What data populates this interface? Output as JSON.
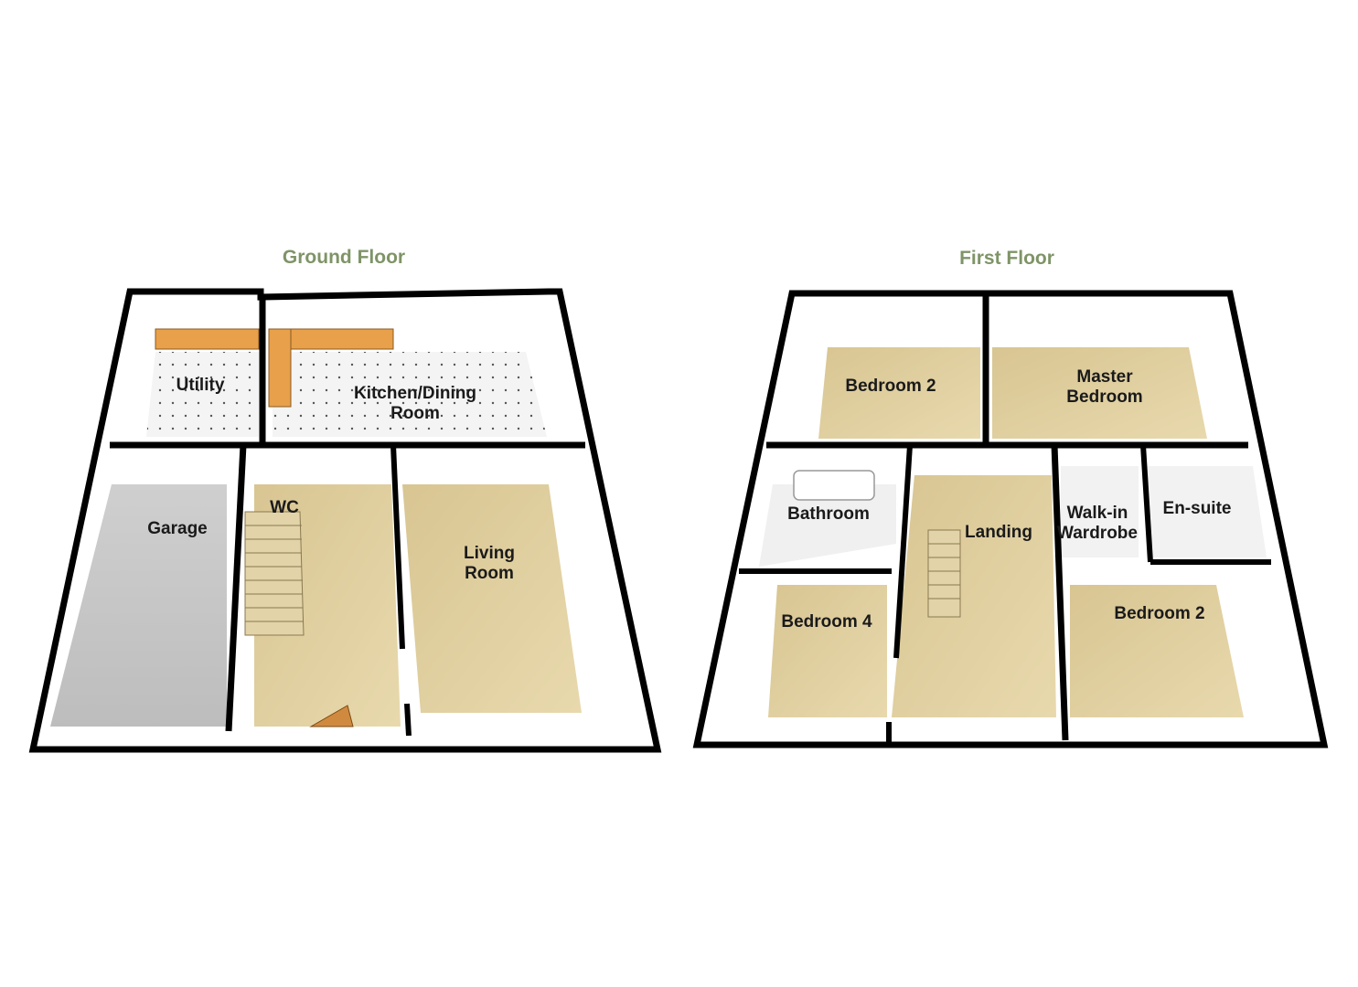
{
  "floors": {
    "ground": {
      "title": "Ground Floor",
      "rooms": {
        "utility": "Utility",
        "kitchen": "Kitchen/Dining\nRoom",
        "wc": "WC",
        "garage": "Garage",
        "living": "Living\nRoom"
      }
    },
    "first": {
      "title": "First Floor",
      "rooms": {
        "bedroom2_top": "Bedroom 2",
        "master": "Master\nBedroom",
        "bathroom": "Bathroom",
        "landing": "Landing",
        "walkin": "Walk-in\nWardrobe",
        "ensuite": "En-suite",
        "bedroom4": "Bedroom 4",
        "bedroom2_bottom": "Bedroom 2"
      }
    }
  },
  "colors": {
    "title": "#7f9467",
    "carpet": "#d9c89a",
    "tile": "#eeeeee",
    "garage_floor": "#c9c9c9",
    "wall": "#000000",
    "worktop": "#e8a04a"
  }
}
